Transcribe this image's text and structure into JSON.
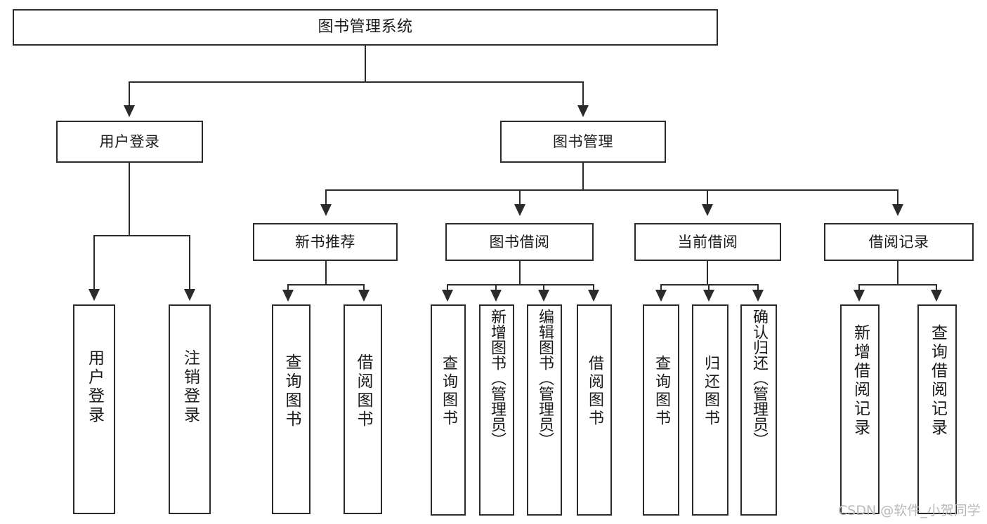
{
  "diagram": {
    "title": "图书管理系统",
    "type": "functional-structure-tree",
    "background": "#ffffff",
    "line_color": "#2b2b2b",
    "text_color": "#1a1a1a"
  },
  "root": {
    "label": "图书管理系统"
  },
  "level2": [
    {
      "id": "user-login",
      "label": "用户登录"
    },
    {
      "id": "book-manage",
      "label": "图书管理"
    }
  ],
  "level3": [
    {
      "id": "new-book-rec",
      "label": "新书推荐"
    },
    {
      "id": "book-borrow",
      "label": "图书借阅"
    },
    {
      "id": "current-borrow",
      "label": "当前借阅"
    },
    {
      "id": "borrow-record",
      "label": "借阅记录"
    }
  ],
  "leaves": {
    "user_login": [
      {
        "id": "leaf-user-login",
        "label": "用户登录"
      },
      {
        "id": "leaf-user-logout",
        "label": "注销登录"
      }
    ],
    "new_book_rec": [
      {
        "id": "leaf-query-book-1",
        "label": "查询图书"
      },
      {
        "id": "leaf-borrow-book-1",
        "label": "借阅图书"
      }
    ],
    "book_borrow": [
      {
        "id": "leaf-query-book-2",
        "label": "查询图书"
      },
      {
        "id": "leaf-add-book",
        "label": "新增图书（管理员）"
      },
      {
        "id": "leaf-edit-book",
        "label": "编辑图书（管理员）"
      },
      {
        "id": "leaf-borrow-book-2",
        "label": "借阅图书"
      }
    ],
    "current_borrow": [
      {
        "id": "leaf-query-book-3",
        "label": "查询图书"
      },
      {
        "id": "leaf-return-book",
        "label": "归还图书"
      },
      {
        "id": "leaf-confirm-return",
        "label": "确认归还（管理员）"
      }
    ],
    "borrow_record": [
      {
        "id": "leaf-add-record",
        "label": "新增借阅记录"
      },
      {
        "id": "leaf-query-record",
        "label": "查询借阅记录"
      }
    ]
  },
  "watermark": {
    "text": "CSDN @软件_小贺同学",
    "color": "#b9b9b9"
  }
}
